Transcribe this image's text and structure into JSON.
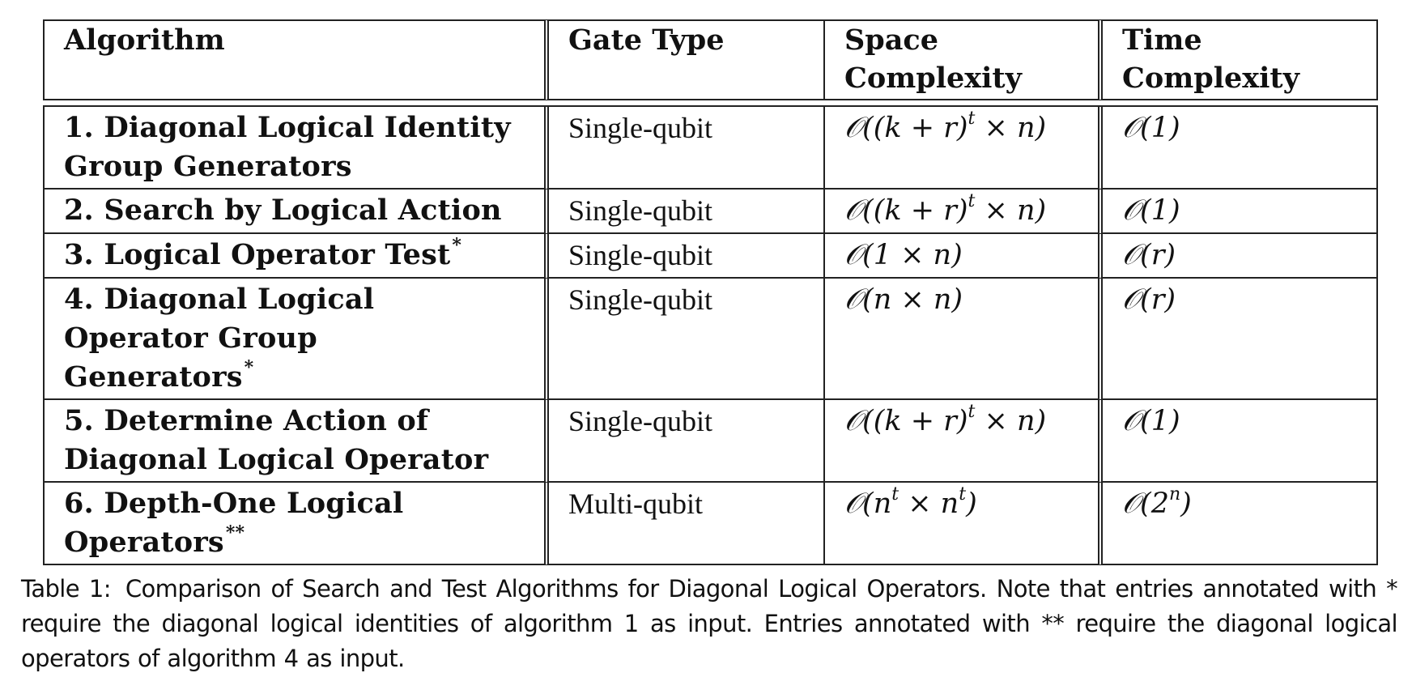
{
  "table": {
    "headers": {
      "algorithm": "Algorithm",
      "gate_type": "Gate Type",
      "space_line1": "Space",
      "space_line2": "Complexity",
      "time_line1": "Time",
      "time_line2": "Complexity"
    },
    "rows": [
      {
        "number": "1.",
        "algorithm_lines": [
          "1.  Diagonal Logical Identity",
          "Group Generators"
        ],
        "annotation": "",
        "gate_type": "Single-qubit",
        "space": {
          "base": "𝒪((k + r)",
          "sup": "t",
          "tail": " × n)"
        },
        "time": {
          "base": "𝒪(1)",
          "sup": "",
          "tail": ""
        }
      },
      {
        "number": "2.",
        "algorithm_lines": [
          "2.  Search by Logical Action"
        ],
        "annotation": "",
        "gate_type": "Single-qubit",
        "space": {
          "base": "𝒪((k + r)",
          "sup": "t",
          "tail": " × n)"
        },
        "time": {
          "base": "𝒪(1)",
          "sup": "",
          "tail": ""
        }
      },
      {
        "number": "3.",
        "algorithm_lines": [
          "3.  Logical Operator Test"
        ],
        "annotation": "*",
        "gate_type": "Single-qubit",
        "space": {
          "base": "𝒪(1 × n)",
          "sup": "",
          "tail": ""
        },
        "time": {
          "base": "𝒪(r)",
          "sup": "",
          "tail": ""
        }
      },
      {
        "number": "4.",
        "algorithm_lines": [
          "4.  Diagonal Logical",
          "Operator Group",
          "Generators"
        ],
        "annotation": "*",
        "gate_type": "Single-qubit",
        "space": {
          "base": "𝒪(n × n)",
          "sup": "",
          "tail": ""
        },
        "time": {
          "base": "𝒪(r)",
          "sup": "",
          "tail": ""
        }
      },
      {
        "number": "5.",
        "algorithm_lines": [
          "5.  Determine Action of",
          "Diagonal Logical Operator"
        ],
        "annotation": "",
        "gate_type": "Single-qubit",
        "space": {
          "base": "𝒪((k + r)",
          "sup": "t",
          "tail": " × n)"
        },
        "time": {
          "base": "𝒪(1)",
          "sup": "",
          "tail": ""
        }
      },
      {
        "number": "6.",
        "algorithm_lines": [
          "6.  Depth-One Logical",
          "Operators"
        ],
        "annotation": "**",
        "gate_type": "Multi-qubit",
        "space": {
          "base": "𝒪(n",
          "sup": "t",
          "tail": " × n",
          "sup2": "t",
          "tail2": ")"
        },
        "time": {
          "base": "𝒪(2",
          "sup": "n",
          "tail": ")"
        }
      }
    ]
  },
  "caption": {
    "label": "Table 1:",
    "text": "Comparison of Search and Test Algorithms for Diagonal Logical Operators.  Note that entries annotated with * require the diagonal logical identities of algorithm 1 as input.  Entries annotated with ** require the diagonal logical operators of algorithm 4 as input."
  }
}
